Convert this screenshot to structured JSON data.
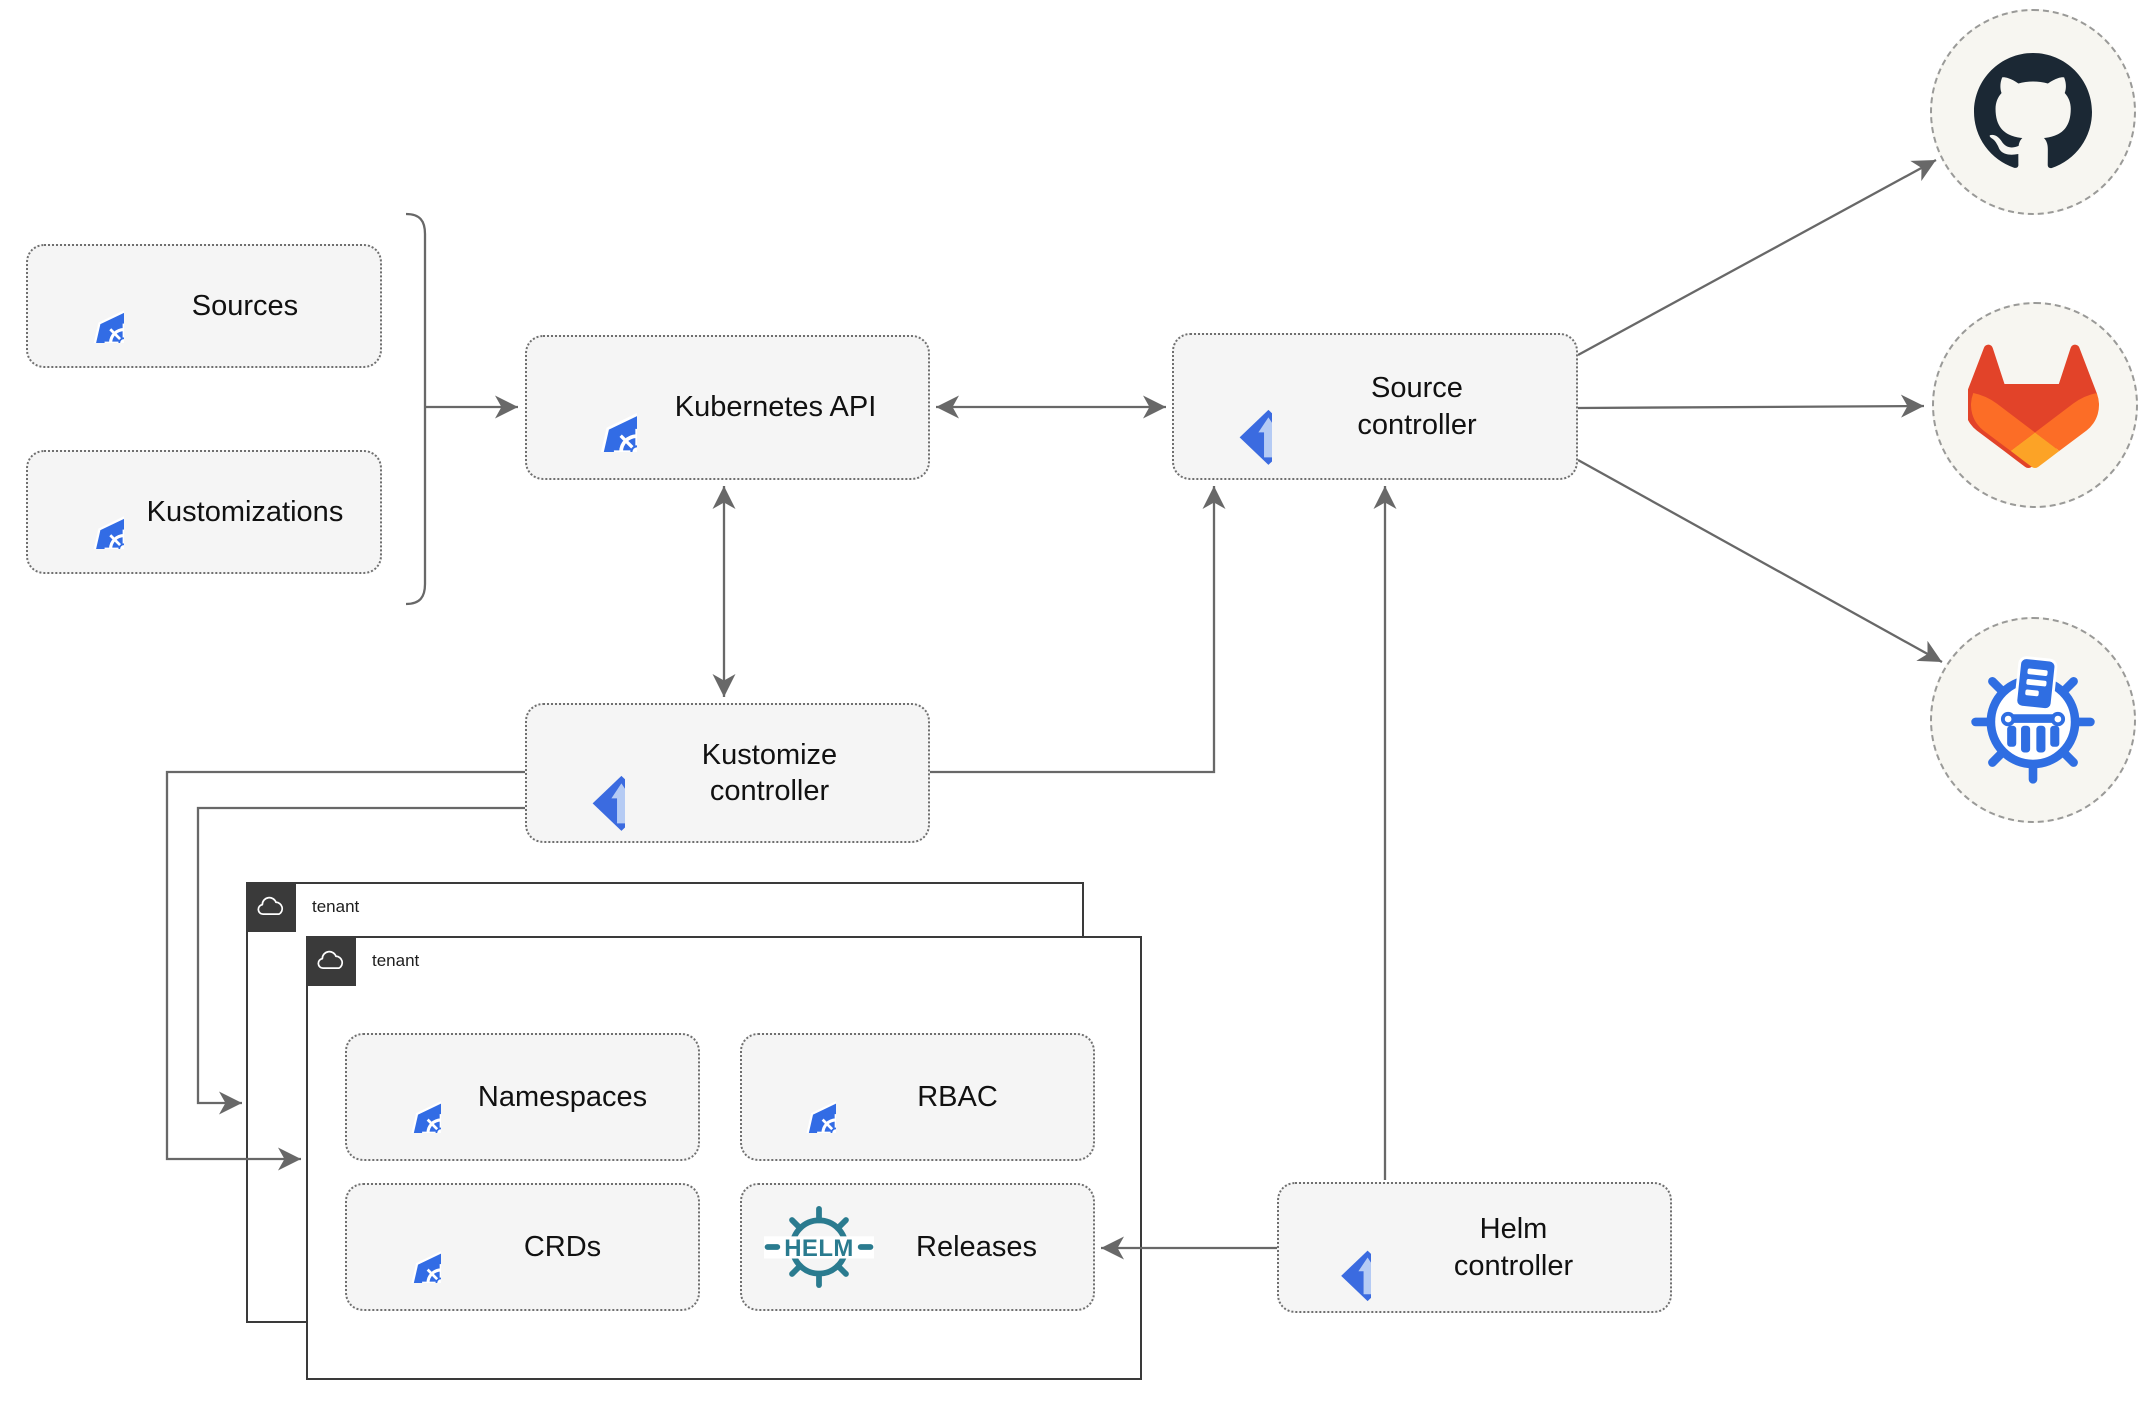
{
  "colors": {
    "canvas_bg": "#ffffff",
    "node_bg": "#f5f5f5",
    "node_border": "#6f6f6f",
    "arrow": "#686868",
    "container_border": "#3a3a3a",
    "tab_bg": "#3a3a3a",
    "kubernetes_blue": "#326ce5",
    "flux_blue": "#3b6be0",
    "flux_light": "#b5cbf4",
    "helm_teal": "#2a7b8f",
    "harbor_blue": "#2f6ee2",
    "github_dark": "#1b2834",
    "gitlab_orange": "#e24329",
    "gitlab_mid": "#fc6d26",
    "gitlab_light": "#fca326",
    "circle_bg": "#f7f6f1",
    "circle_border": "#9a9a98"
  },
  "nodes": {
    "sources": {
      "label": "Sources",
      "icon": "kubernetes-icon"
    },
    "kustomizations": {
      "label": "Kustomizations",
      "icon": "kubernetes-icon"
    },
    "kubernetes_api": {
      "label": "Kubernetes API",
      "icon": "kubernetes-icon"
    },
    "source_controller": {
      "label": "Source controller",
      "icon": "flux-icon"
    },
    "kustomize_controller": {
      "label": "Kustomize controller",
      "icon": "flux-icon"
    },
    "helm_controller": {
      "label": "Helm controller",
      "icon": "flux-icon"
    },
    "namespaces": {
      "label": "Namespaces",
      "icon": "kubernetes-icon"
    },
    "rbac": {
      "label": "RBAC",
      "icon": "kubernetes-icon"
    },
    "crds": {
      "label": "CRDs",
      "icon": "kubernetes-icon"
    },
    "releases": {
      "label": "Releases",
      "icon": "helm-icon"
    }
  },
  "containers": {
    "tenant_back": {
      "label": "tenant"
    },
    "tenant_front": {
      "label": "tenant"
    }
  },
  "external_targets": {
    "github": {
      "icon": "github-icon"
    },
    "gitlab": {
      "icon": "gitlab-icon"
    },
    "harbor": {
      "icon": "harbor-registry-icon"
    }
  },
  "logos": {
    "helm_wordmark": "HELM"
  }
}
